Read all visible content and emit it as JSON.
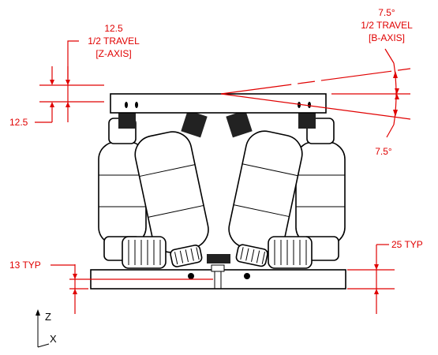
{
  "labels": {
    "z_travel_value": "12.5",
    "z_travel_line1": "1/2 TRAVEL",
    "z_travel_line2": "[Z-AXIS]",
    "z_lower_value": "12.5",
    "b_travel_value": "7.5°",
    "b_travel_line1": "1/2 TRAVEL",
    "b_travel_line2": "[B-AXIS]",
    "b_lower_value": "7.5°",
    "right_height": "25 TYP",
    "left_height": "13 TYP"
  },
  "axes": {
    "vertical": "Z",
    "horizontal": "X"
  },
  "colors": {
    "dimension": "#e00000",
    "outline": "#000000",
    "background": "#ffffff"
  }
}
